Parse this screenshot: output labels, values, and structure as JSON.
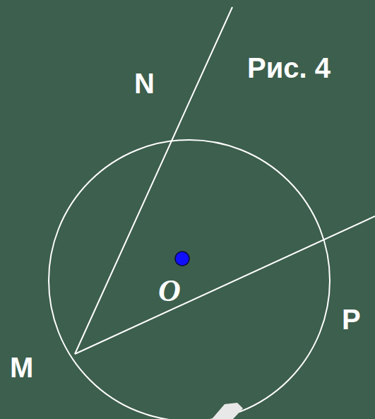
{
  "diagram": {
    "labels": [
      "Рис. 4",
      "N",
      "P",
      "M",
      "O"
    ]
  }
}
